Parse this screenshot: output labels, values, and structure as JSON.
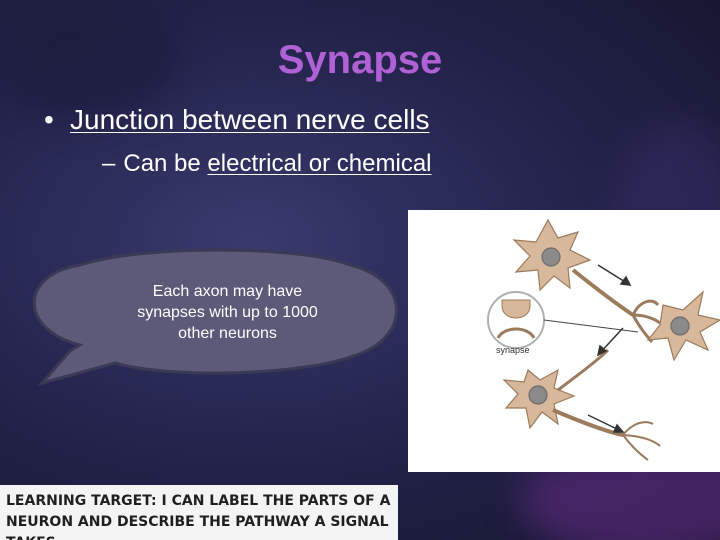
{
  "slide": {
    "title": "Synapse",
    "bullet1": {
      "marker": "•",
      "text": "Junction between nerve cells"
    },
    "bullet2": {
      "marker": "–",
      "prefix": "Can be ",
      "underlined": "electrical or chemical"
    },
    "callout": {
      "line1": "Each axon may have",
      "line2": "synapses with up to 1000",
      "line3": "other neurons",
      "fill_color": "#5c5a78",
      "border_color": "#3a3a55"
    },
    "diagram": {
      "label": "synapse"
    },
    "learning_target": {
      "text": "LEARNING TARGET: I CAN LABEL THE PARTS OF A NEURON AND DESCRIBE THE PATHWAY A SIGNAL TAKES"
    },
    "colors": {
      "title": "#b061d6",
      "text": "#ffffff",
      "background": "#25254f",
      "neuron_fill": "#d8b89a",
      "neuron_nucleus": "#8a8a8a"
    }
  }
}
